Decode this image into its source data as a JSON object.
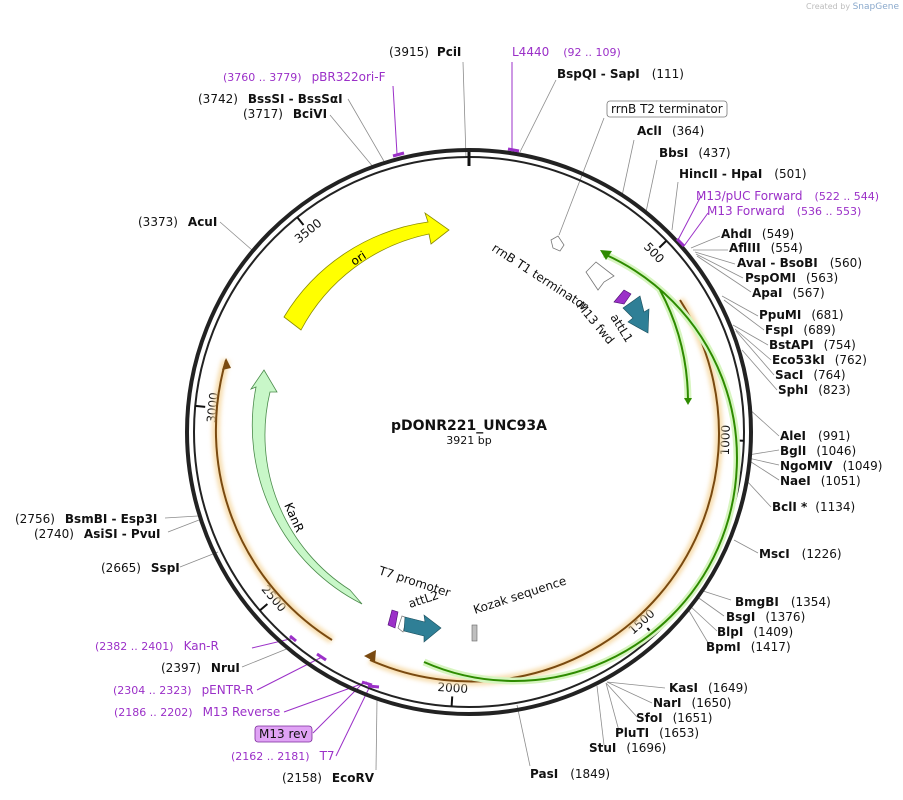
{
  "credit": {
    "prefix": "Created by",
    "brand": "SnapGene"
  },
  "plasmid": {
    "name": "pDONR221_UNC93A",
    "size_label": "3921 bp",
    "length": 3921
  },
  "ticks": [
    {
      "pos": 500,
      "label": "500"
    },
    {
      "pos": 1000,
      "label": "1000"
    },
    {
      "pos": 1500,
      "label": "1500"
    },
    {
      "pos": 2000,
      "label": "2000"
    },
    {
      "pos": 2500,
      "label": "2500"
    },
    {
      "pos": 3000,
      "label": "3000"
    },
    {
      "pos": 3500,
      "label": "3500"
    }
  ],
  "enzymes": [
    {
      "name": "PciI",
      "pos": "(3915)",
      "label_side": "left"
    },
    {
      "name": "BspQI",
      "extra": " -  SapI",
      "pos": "(111)",
      "label_side": "right"
    },
    {
      "name": "AclI",
      "pos": "(364)",
      "label_side": "right"
    },
    {
      "name": "BbsI",
      "pos": "(437)",
      "label_side": "right"
    },
    {
      "name": "HincII",
      "extra": " -  HpaI",
      "pos": "(501)",
      "label_side": "right"
    },
    {
      "name": "AhdI",
      "pos": "(549)",
      "label_side": "right"
    },
    {
      "name": "AflIII",
      "pos": "(554)",
      "label_side": "right"
    },
    {
      "name": "AvaI",
      "extra": " -  BsoBI",
      "pos": "(560)",
      "label_side": "right"
    },
    {
      "name": "PspOMI",
      "pos": "(563)",
      "label_side": "right"
    },
    {
      "name": "ApaI",
      "pos": "(567)",
      "label_side": "right"
    },
    {
      "name": "PpuMI",
      "pos": "(681)",
      "label_side": "right"
    },
    {
      "name": "FspI",
      "pos": "(689)",
      "label_side": "right"
    },
    {
      "name": "BstAPI",
      "pos": "(754)",
      "label_side": "right"
    },
    {
      "name": "Eco53kI",
      "pos": "(762)",
      "label_side": "right"
    },
    {
      "name": "SacI",
      "pos": "(764)",
      "label_side": "right"
    },
    {
      "name": "SphI",
      "pos": "(823)",
      "label_side": "right"
    },
    {
      "name": "AleI",
      "pos": "(991)",
      "label_side": "right"
    },
    {
      "name": "BglI",
      "pos": "(1046)",
      "label_side": "right"
    },
    {
      "name": "NgoMIV",
      "pos": "(1049)",
      "label_side": "right"
    },
    {
      "name": "NaeI",
      "pos": "(1051)",
      "label_side": "right"
    },
    {
      "name": "BclI *",
      "pos": "(1134)",
      "label_side": "right"
    },
    {
      "name": "MscI",
      "pos": "(1226)",
      "label_side": "right"
    },
    {
      "name": "BmgBI",
      "pos": "(1354)",
      "label_side": "right"
    },
    {
      "name": "BsgI",
      "pos": "(1376)",
      "label_side": "right"
    },
    {
      "name": "BlpI",
      "pos": "(1409)",
      "label_side": "right"
    },
    {
      "name": "BpmI",
      "pos": "(1417)",
      "label_side": "right"
    },
    {
      "name": "KasI",
      "pos": "(1649)",
      "label_side": "right"
    },
    {
      "name": "NarI",
      "pos": "(1650)",
      "label_side": "right"
    },
    {
      "name": "SfoI",
      "pos": "(1651)",
      "label_side": "right"
    },
    {
      "name": "PluTI",
      "pos": "(1653)",
      "label_side": "right"
    },
    {
      "name": "StuI",
      "pos": "(1696)",
      "label_side": "right"
    },
    {
      "name": "PasI",
      "pos": "(1849)",
      "label_side": "right"
    },
    {
      "name": "EcoRV",
      "pos": "(2158)",
      "label_side": "left"
    },
    {
      "name": "NruI",
      "pos": "(2397)",
      "label_side": "left"
    },
    {
      "name": "SspI",
      "pos": "(2665)",
      "label_side": "left"
    },
    {
      "name": "AsiSI",
      "extra2": " -  PvuI",
      "pos": "(2740)",
      "label_side": "left"
    },
    {
      "name": "BsmBI",
      "extra2": " -  Esp3I",
      "pos": "(2756)",
      "label_side": "left"
    },
    {
      "name": "AcuI",
      "pos": "(3373)",
      "label_side": "left"
    },
    {
      "name": "BciVI",
      "pos": "(3717)",
      "label_side": "left"
    },
    {
      "name": "BssSI",
      "extra2": " -  BssSαI",
      "pos": "(3742)",
      "label_side": "left"
    }
  ],
  "primers": [
    {
      "name": "L4440",
      "range": "(92 .. 109)"
    },
    {
      "name": "pBR322ori-F",
      "range": "(3760 .. 3779)"
    },
    {
      "name": "M13/pUC Forward",
      "range": "(522 .. 544)"
    },
    {
      "name": "M13 Forward",
      "range": "(536 .. 553)"
    },
    {
      "name": "Kan-R",
      "range": "(2382 .. 2401)"
    },
    {
      "name": "pENTR-R",
      "range": "(2304 .. 2323)"
    },
    {
      "name": "M13 Reverse",
      "range": "(2186 .. 2202)"
    },
    {
      "name": "T7",
      "range": "(2162 .. 2181)"
    },
    {
      "name": "M13 rev",
      "range": ""
    }
  ],
  "features": {
    "ori": "ori",
    "kanr": "KanR",
    "rrnb_t2": "rrnB T2 terminator",
    "rrnb_t1": "rrnB T1 terminator",
    "m13_fwd": "M13 fwd",
    "attl1": "attL1",
    "t7_promoter": "T7 promoter",
    "attl2": "attL2",
    "kozak": "Kozak sequence"
  },
  "colors": {
    "backbone": "#222222",
    "primer": "#9b30c8",
    "ori": "#ffff00",
    "kanr": "#c8f7c8",
    "insert_green": "#2e8b00",
    "orange": "#e5a34d",
    "attl": "#2f7f96",
    "label_line": "#8c8c8c"
  }
}
